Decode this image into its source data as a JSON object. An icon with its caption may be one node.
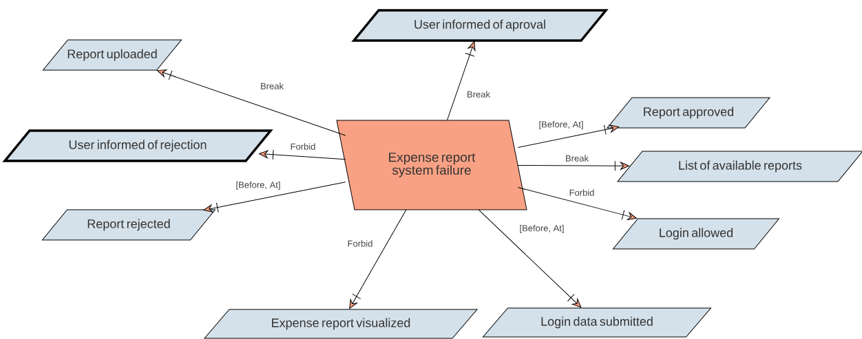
{
  "diagram": {
    "nodes": [
      {
        "text": [
          "Expense report system failure"
        ]
      },
      {
        "text": [
          "User informed of aproval"
        ]
      },
      {
        "text": [
          "Report uploaded"
        ]
      },
      {
        "text": [
          "Report approved"
        ]
      },
      {
        "text": [
          "User informed of rejection"
        ]
      },
      {
        "text": [
          "List of available reports"
        ]
      },
      {
        "text": [
          "Report rejected"
        ]
      },
      {
        "text": [
          "Login allowed"
        ]
      },
      {
        "text": [
          "Expense report visualized"
        ]
      },
      {
        "text": [
          "Login data submitted"
        ]
      }
    ],
    "edges": [
      {
        "from": 0,
        "to": 1,
        "arrow": "to",
        "label": "Break"
      },
      {
        "from": 0,
        "to": 2,
        "arrow": "to",
        "label": "Break"
      },
      {
        "from": 0,
        "to": 3,
        "arrow": "to",
        "label": "[Before, At]"
      },
      {
        "from": 0,
        "to": 4,
        "arrow": "to",
        "label": "Forbid"
      },
      {
        "from": 0,
        "to": 5,
        "arrow": "to",
        "label": "Break"
      },
      {
        "from": 0,
        "to": 6,
        "arrow": "to",
        "label": "[Before, At]"
      },
      {
        "from": 0,
        "to": 7,
        "arrow": "to",
        "label": "Forbid"
      },
      {
        "from": 0,
        "to": 8,
        "arrow": "to",
        "label": "Forbid"
      },
      {
        "from": 0,
        "to": 9,
        "arrow": "to",
        "label": "[Before, At]"
      }
    ]
  }
}
